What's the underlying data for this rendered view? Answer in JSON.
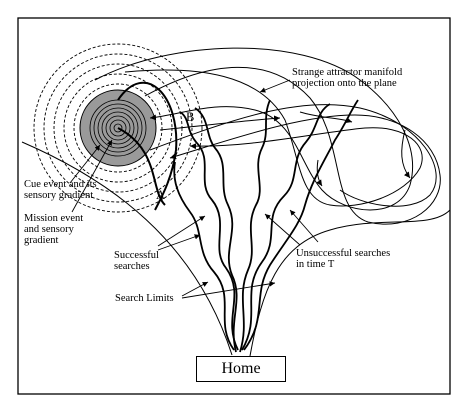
{
  "labels": {
    "attractor": "Strange attractor manifold\nprojection onto the plane",
    "b": "B",
    "a": "A",
    "cue": "Cue event and its\nsensory gradient",
    "mission": "Mission event\nand sensory\ngradient",
    "successful": "Successful\nsearches",
    "unsuccessful": "Unsuccessful searches\nin time T",
    "search_limits": "Search Limits",
    "home": "Home"
  }
}
